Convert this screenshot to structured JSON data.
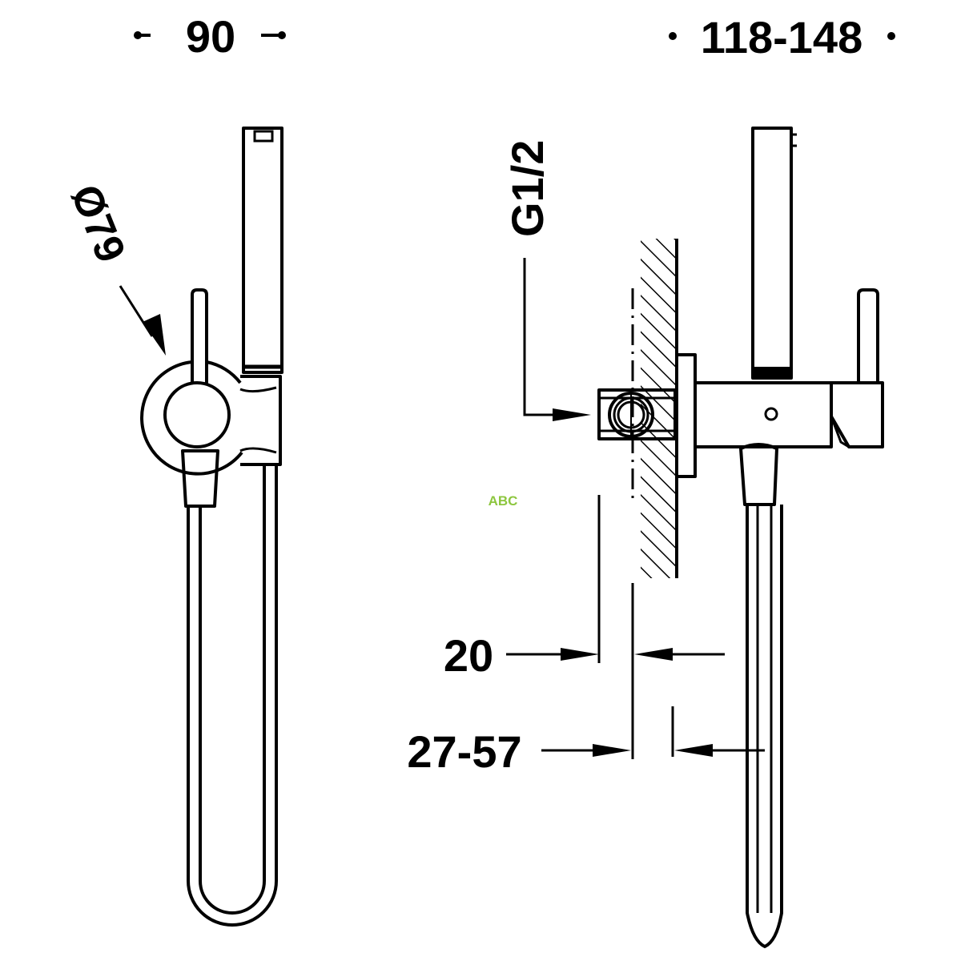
{
  "front_view": {
    "width_dimension": "90",
    "rosette_diameter": "Ø79"
  },
  "side_view": {
    "depth_dimension": "118-148",
    "thread_label": "G1/2",
    "wall_offset_dimension": "20",
    "adjustment_range_dimension": "27-57"
  },
  "watermark": {
    "text": "ABC",
    "color": "#8dc63f"
  }
}
